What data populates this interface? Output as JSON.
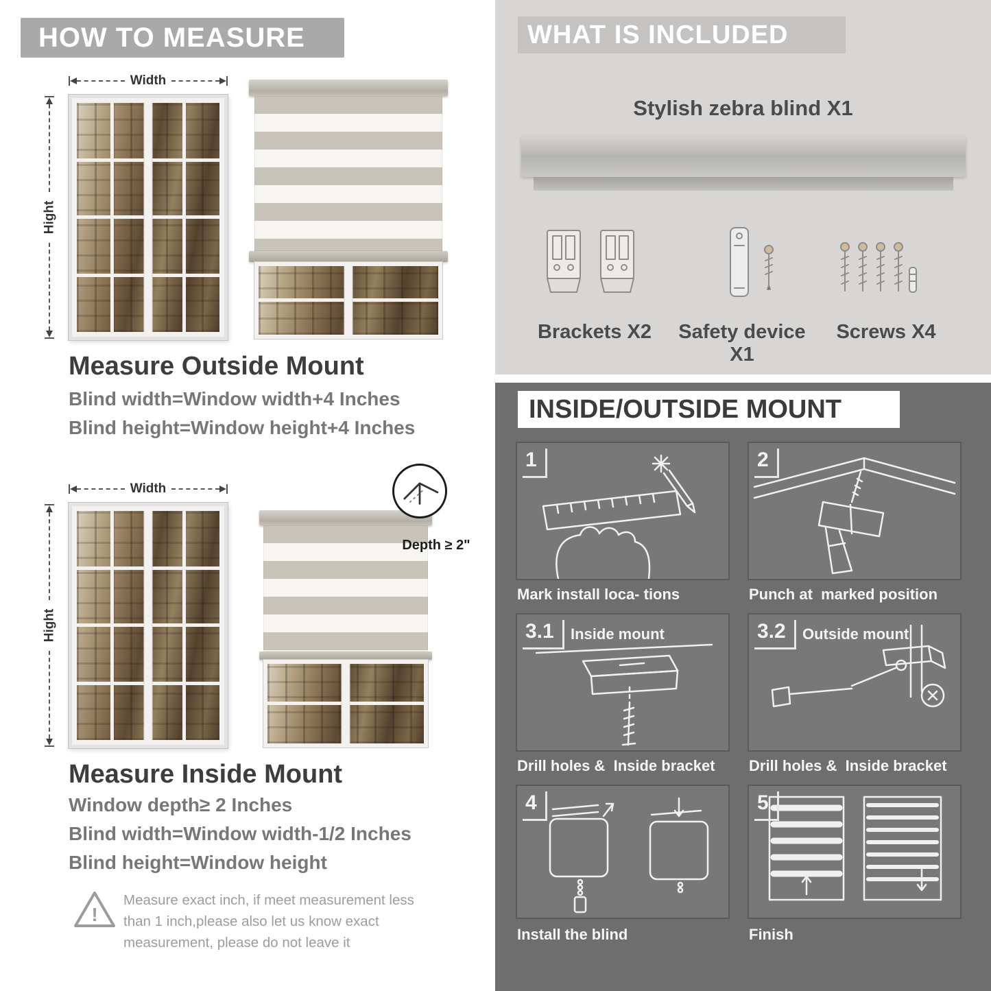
{
  "left": {
    "header": "HOW TO MEASURE",
    "outside": {
      "width_label": "Width",
      "height_label": "Hight",
      "title": "Measure Outside Mount",
      "lines": [
        "Blind width=Window width+4 Inches",
        "Blind height=Window height+4 Inches"
      ]
    },
    "inside": {
      "width_label": "Width",
      "height_label": "Hight",
      "depth_label": "Depth ≥ 2\"",
      "title": "Measure Inside Mount",
      "lines": [
        "Window depth≥ 2 Inches",
        "Blind width=Window width-1/2 Inches",
        "Blind height=Window height"
      ]
    },
    "warning_mark": "!",
    "warning_text": "Measure exact inch, if meet measurement less than 1 inch,please also let us know exact measurement, please do not leave it"
  },
  "right": {
    "included": {
      "header": "WHAT IS INCLUDED",
      "blind_label": "Stylish zebra blind X1",
      "items": [
        "Brackets X2",
        "Safety device X1",
        "Screws X4"
      ]
    },
    "mount": {
      "header": "INSIDE/OUTSIDE MOUNT",
      "steps": [
        {
          "num": "1",
          "caption": "Mark install loca- tions"
        },
        {
          "num": "2",
          "caption": "Punch at  marked position"
        },
        {
          "num": "3.1",
          "label": "Inside mount",
          "caption": "Drill holes &  Inside bracket"
        },
        {
          "num": "3.2",
          "label": "Outside mount",
          "caption": "Drill holes &  Inside bracket"
        },
        {
          "num": "4",
          "caption": "Install the blind"
        },
        {
          "num": "5",
          "caption": "Finish"
        }
      ]
    }
  },
  "colors": {
    "left_banner": "#a9a9a9",
    "included_bg": "#d7d6d4",
    "included_banner": "#c4c3c1",
    "mount_bg": "#6e6e6e",
    "panel_border": "#5a5a5a",
    "heading_text": "#3d3d3d",
    "body_text": "#777777",
    "caption_text": "#f5f5f5"
  }
}
